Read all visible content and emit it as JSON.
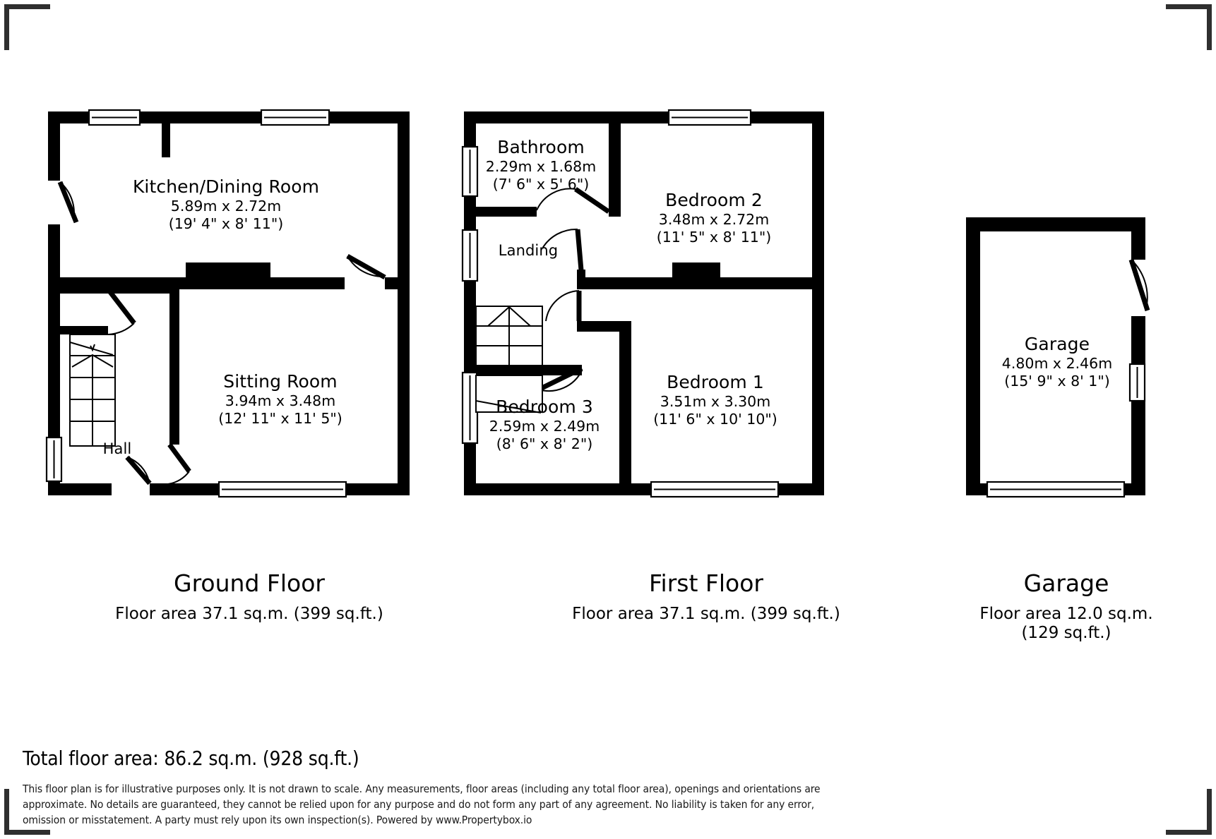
{
  "document": {
    "type": "floor-plan",
    "total_area_label": "Total floor area: 86.2 sq.m. (928 sq.ft.)",
    "disclaimer": "This floor plan is for illustrative purposes only. It is not drawn to scale. Any measurements, floor areas (including any total floor area), openings and orientations are approximate. No details are guaranteed, they cannot be relied upon for any purpose and do not form any part of any agreement. No liability is taken for any error, omission or misstatement. A party must rely upon its own inspection(s). Powered by www.Propertybox.io"
  },
  "floors": [
    {
      "id": "ground",
      "caption_title": "Ground Floor",
      "caption_area": "Floor area 37.1 sq.m. (399 sq.ft.)",
      "caption_area2": "",
      "rooms": [
        {
          "name": "Kitchen/Dining Room",
          "metric": "5.89m x 2.72m",
          "imperial": "(19' 4\" x 8' 11\")"
        },
        {
          "name": "Sitting Room",
          "metric": "3.94m x 3.48m",
          "imperial": "(12' 11\" x 11' 5\")"
        },
        {
          "name": "Hall",
          "metric": "",
          "imperial": ""
        }
      ]
    },
    {
      "id": "first",
      "caption_title": "First Floor",
      "caption_area": "Floor area 37.1 sq.m. (399 sq.ft.)",
      "caption_area2": "",
      "rooms": [
        {
          "name": "Bathroom",
          "metric": "2.29m x 1.68m",
          "imperial": "(7' 6\" x 5' 6\")"
        },
        {
          "name": "Bedroom 2",
          "metric": "3.48m x 2.72m",
          "imperial": "(11' 5\" x 8' 11\")"
        },
        {
          "name": "Landing",
          "metric": "",
          "imperial": ""
        },
        {
          "name": "Bedroom 3",
          "metric": "2.59m x 2.49m",
          "imperial": "(8' 6\" x 8' 2\")"
        },
        {
          "name": "Bedroom 1",
          "metric": "3.51m x 3.30m",
          "imperial": "(11' 6\" x 10' 10\")"
        }
      ]
    },
    {
      "id": "garage",
      "caption_title": "Garage",
      "caption_area": "Floor area 12.0 sq.m.",
      "caption_area2": "(129 sq.ft.)",
      "rooms": [
        {
          "name": "Garage",
          "metric": "4.80m x 2.46m",
          "imperial": "(15' 9\" x 8' 1\")"
        }
      ]
    }
  ],
  "colors": {
    "wall": "#000000",
    "background": "#ffffff",
    "crop_mark": "#2f2f2f",
    "text": "#000000"
  }
}
